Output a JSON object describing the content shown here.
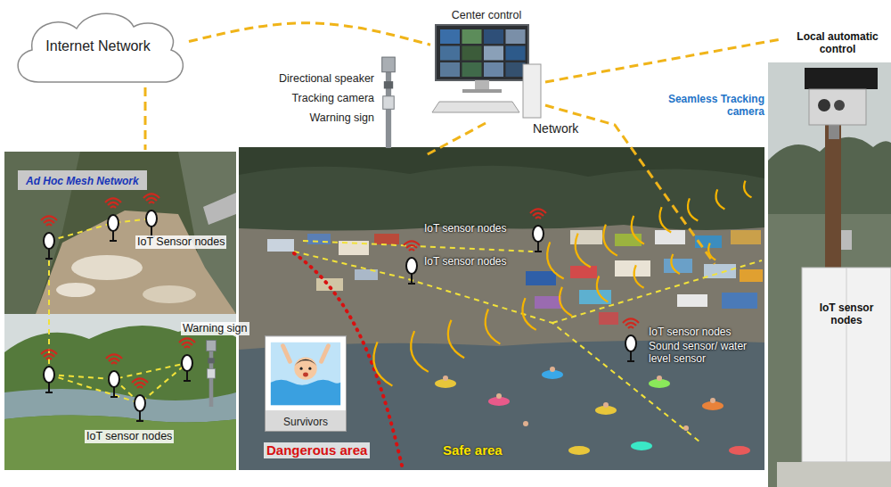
{
  "diagram": {
    "nodes": [
      {
        "text": [
          "Internet Network"
        ]
      },
      {
        "text": [
          "Center control"
        ]
      },
      {
        "text": [
          "Ad Hoc Mesh Network"
        ]
      },
      {
        "text": [
          "Survivors"
        ]
      }
    ],
    "edges": [
      {
        "from": 0,
        "to": 1,
        "arrow": "none"
      }
    ],
    "labels": [
      "Directional speaker",
      "Tracking camera",
      "Warning sign",
      "Local automatic control",
      "Seamless Tracking camera",
      "Network",
      "IoT Sensor nodes",
      "IoT sensor nodes",
      "Warning sign",
      "IoT sensor nodes",
      "IoT sensor nodes",
      "IoT sensor nodes",
      "Sound sensor/ water level sensor",
      "IoT sensor nodes",
      "Dangerous area",
      "Safe area"
    ]
  }
}
